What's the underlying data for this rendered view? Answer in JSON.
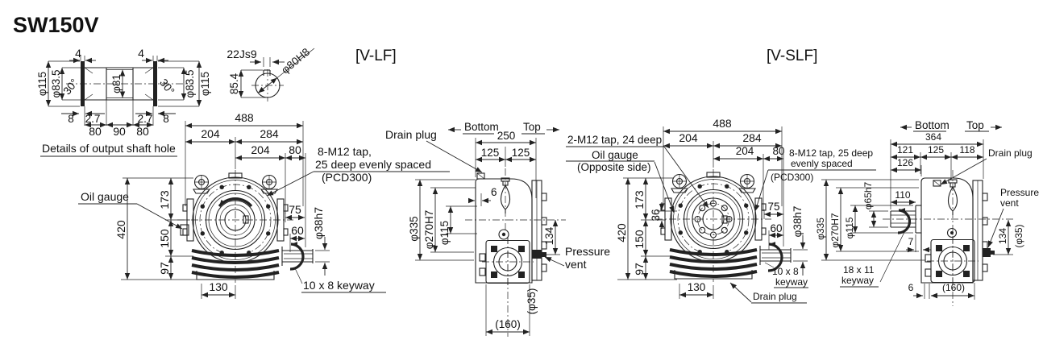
{
  "title": "SW150V",
  "detail": {
    "caption": "Details of output shaft hole",
    "d4a": "4",
    "d4b": "4",
    "d115l": "φ115",
    "d835l": "φ83.5",
    "a30l": "30°",
    "d81": "φ81",
    "a30r": "30°",
    "d835r": "φ83.5",
    "d115r": "φ115",
    "d8l": "8",
    "d27l": "2.7",
    "d27r": "2.7",
    "d8r": "8",
    "d80a": "80",
    "d90": "90",
    "d80b": "80"
  },
  "keyhole": {
    "d22": "22Js9",
    "d854": "85.4",
    "d80h8": "φ80H8"
  },
  "vlf": {
    "label": "[V-LF]",
    "front": {
      "d488": "488",
      "d204a": "204",
      "d284": "284",
      "d204b": "204",
      "d80": "80",
      "d420": "420",
      "d173": "173",
      "d150": "150",
      "d97": "97",
      "d130": "130",
      "d75": "75",
      "d60": "60",
      "d38h7": "φ38h7",
      "oil_gauge": "Oil gauge",
      "tap1": "8-M12 tap,",
      "tap2": "25 deep evenly spaced",
      "tap3": "(PCD300)",
      "keyway": "10 x 8 keyway"
    },
    "side": {
      "bottom": "Bottom",
      "top": "Top",
      "d250": "250",
      "d125a": "125",
      "d125b": "125",
      "d6": "6",
      "d335": "φ335",
      "d270": "φ270H7",
      "d115": "φ115",
      "d134": "134",
      "d35": "(φ35)",
      "d160": "(160)",
      "drain": "Drain plug",
      "vent1": "Pressure",
      "vent2": "vent"
    }
  },
  "vslf": {
    "label": "[V-SLF]",
    "front": {
      "d488": "488",
      "d204a": "204",
      "d284": "284",
      "d204b": "204",
      "d80": "80",
      "d420": "420",
      "d173": "173",
      "d36": "36",
      "d150": "150",
      "d97": "97",
      "d130": "130",
      "d75": "75",
      "d60": "60",
      "d38h7": "φ38h7",
      "tap2m12": "2-M12 tap, 24 deep",
      "oil1": "Oil gauge",
      "oil2": "(Opposite side)",
      "tap1": "8-M12 tap, 25 deep",
      "tap2": "evenly spaced",
      "tap3": "(PCD300)",
      "key1": "10 x 8",
      "key2": "keyway",
      "drain": "Drain plug"
    },
    "side": {
      "bottom": "Bottom",
      "top": "Top",
      "d364": "364",
      "d121": "121",
      "d125": "125",
      "d118": "118",
      "d126": "126",
      "d110": "110",
      "d7": "7",
      "d335": "φ335",
      "d270": "φ270H7",
      "d115": "φ115",
      "d65h7": "φ65h7",
      "d134": "134",
      "d35": "(φ35)",
      "d6": "6",
      "d160": "(160)",
      "key1": "18 x 11",
      "key2": "keyway",
      "drain": "Drain plug",
      "vent1": "Pressure",
      "vent2": "vent"
    }
  }
}
